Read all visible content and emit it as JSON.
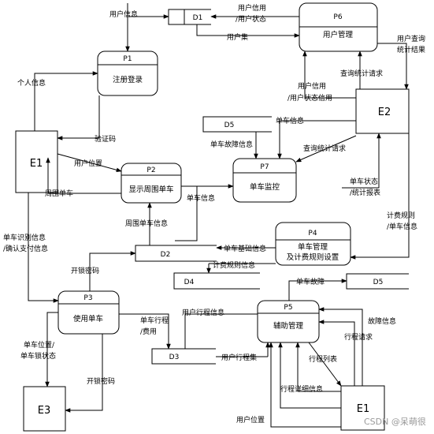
{
  "entities": {
    "e1_left": "E1",
    "e2": "E2",
    "e3": "E3",
    "e1_bottom": "E1"
  },
  "processes": {
    "p1": {
      "id": "P1",
      "name": "注册登录"
    },
    "p2": {
      "id": "P2",
      "name": "显示周围单车"
    },
    "p3": {
      "id": "P3",
      "name": "使用单车"
    },
    "p4": {
      "id": "P4",
      "name_line1": "单车管理",
      "name_line2": "及计费规则设置"
    },
    "p5": {
      "id": "P5",
      "name": "辅助管理"
    },
    "p6": {
      "id": "P6",
      "name": "用户管理"
    },
    "p7": {
      "id": "P7",
      "name": "单车监控"
    }
  },
  "stores": {
    "d1": "D1",
    "d2": "D2",
    "d3": "D3",
    "d4": "D4",
    "d5_top": "D5",
    "d5_right": "D5"
  },
  "flows": {
    "user_info": "用户信息",
    "user_credit_status_1": "用户信用",
    "user_credit_status_2": "/用户状态",
    "user_set": "用户集",
    "user_query_result_1": "用户查询",
    "user_query_result_2": "统计结果",
    "query_request_p6": "查询统计请求",
    "credit_status_1": "用户信用",
    "credit_status_2": "/用户状态信用",
    "personal_info": "个人信息",
    "verify_code": "验证码",
    "bike_info_p7": "单车信息",
    "bike_fault_info": "单车故障信息",
    "query_request_p7": "查询统计请求",
    "user_location": "用户位置",
    "nearby_bikes": "周围单车",
    "bike_status_1": "单车状态",
    "bike_status_2": "/统计报表",
    "bike_info_p2": "单车信息",
    "nearby_bike_info": "周围单车信息",
    "bike_identify_1": "单车识别信息",
    "bike_identify_2": "/确认支付信息",
    "unlock_code_top": "开锁密码",
    "bike_basic_info": "单车基础信息",
    "billing_rule_info": "计费规则信息",
    "billing_rule_1": "计费规则",
    "billing_rule_2": "/单车信息",
    "bike_fault": "单车故障",
    "bike_trip_1": "单车行程",
    "bike_trip_2": "/费用",
    "user_trip_info": "用户行程信息",
    "user_trip_set": "用户行程集",
    "fault_info": "故障信息",
    "trip_request": "行程请求",
    "trip_list": "行程列表",
    "trip_detail": "行程详细信息",
    "user_location_bottom": "用户位置",
    "bike_position_1": "单车位置/",
    "bike_position_2": "单车锁状态",
    "unlock_code_bottom": "开锁密码"
  },
  "watermark": "CSDN @呆萌很"
}
